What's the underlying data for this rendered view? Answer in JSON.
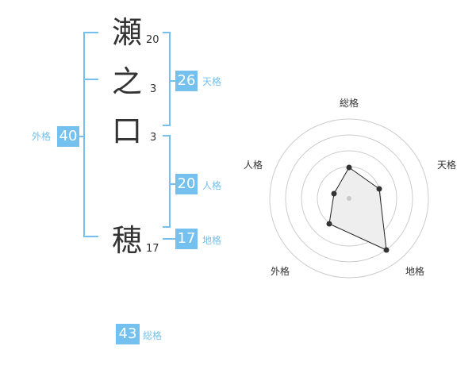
{
  "name": {
    "chars": [
      {
        "char": "瀬",
        "strokes": "20"
      },
      {
        "char": "之",
        "strokes": "3"
      },
      {
        "char": "口",
        "strokes": "3"
      },
      {
        "char": "穂",
        "strokes": "17"
      }
    ]
  },
  "kakusu": {
    "gaikaku": {
      "value": "40",
      "label": "外格"
    },
    "tenkaku": {
      "value": "26",
      "label": "天格"
    },
    "jinkaku": {
      "value": "20",
      "label": "人格"
    },
    "chikaku": {
      "value": "17",
      "label": "地格"
    },
    "soukaku": {
      "value": "43",
      "label": "総格"
    }
  },
  "radar": {
    "labels": {
      "soukaku": "総格",
      "tenkaku": "天格",
      "chikaku": "地格",
      "gaikaku": "外格",
      "jinkaku": "人格"
    },
    "colors": {
      "ring": "#cccccc",
      "polygon_fill": "#eeeeee",
      "polygon_stroke": "#222222",
      "point": "#333333",
      "center": "#c8c8c8"
    }
  },
  "colors": {
    "accent": "#74c0ee",
    "text": "#333333"
  }
}
